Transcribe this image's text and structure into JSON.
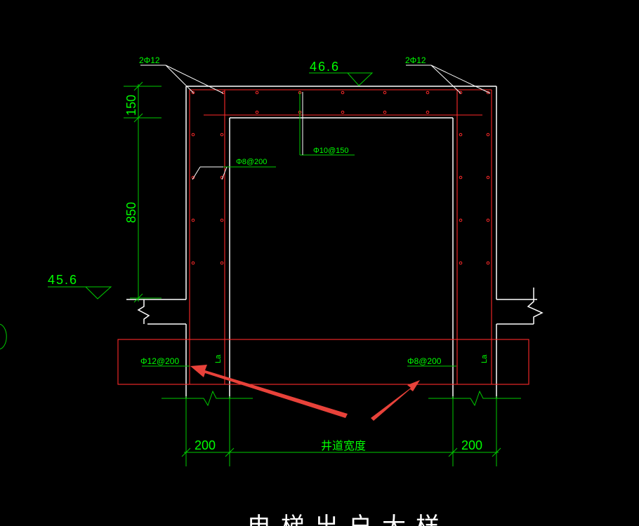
{
  "drawing": {
    "colors": {
      "background": "#000000",
      "concrete": "#ffffff",
      "rebar": "#ff2a2a",
      "annotation": "#00ff00",
      "callout_arrow": "#e8423a"
    },
    "elevations": {
      "top": "46.6",
      "bottom": "45.6"
    },
    "vertical_dimensions": {
      "top_beam": "150",
      "wall": "850"
    },
    "horizontal_dimensions": {
      "left_wall": "200",
      "shaft_width": "井道宽度",
      "right_wall": "200"
    },
    "rebar_labels": {
      "top_left_corner": "2Φ12",
      "top_right_corner": "2Φ12",
      "stirrup": "Φ10@150",
      "wall_distribution": "Φ8@200",
      "foundation_left": "Φ12@200",
      "foundation_right": "Φ8@200",
      "anchorage_left": "La",
      "anchorage_right": "La"
    },
    "bottom_title": "电梯出户大样"
  }
}
